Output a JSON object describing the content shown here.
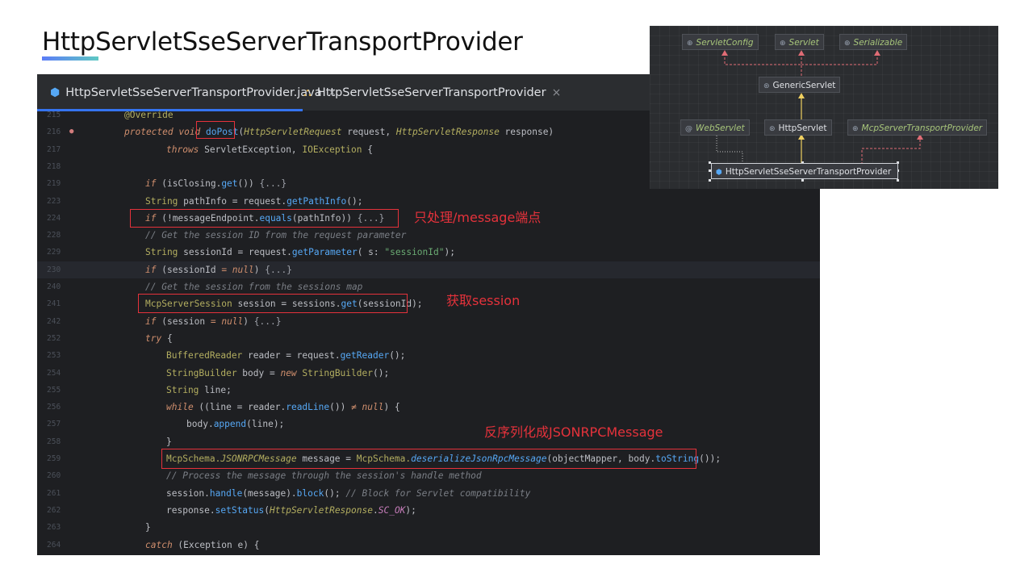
{
  "slide": {
    "title": "HttpServletSseServerTransportProvider"
  },
  "tabs": [
    {
      "label": "HttpServletSseServerTransportProvider.java",
      "close": "×",
      "active": true,
      "icon": "class-icon"
    },
    {
      "label": "HttpServletSseServerTransportProvider",
      "close": "×",
      "active": false,
      "icon": "hierarchy-icon"
    }
  ],
  "code_lines": [
    {
      "num": "215",
      "segs": [
        [
          "an",
          "@Override"
        ]
      ]
    },
    {
      "num": "216",
      "segs": [
        [
          "kw it",
          "protected void "
        ],
        [
          "fn",
          "doPost"
        ],
        [
          "",
          "("
        ],
        [
          "an it",
          "HttpServletRequest"
        ],
        [
          "",
          " request, "
        ],
        [
          "an it",
          "HttpServletResponse"
        ],
        [
          "",
          " response)"
        ]
      ]
    },
    {
      "num": "217",
      "segs": [
        [
          "kw it",
          "throws "
        ],
        [
          "",
          "ServletException, "
        ],
        [
          "an",
          "IOException"
        ],
        [
          "",
          " {"
        ]
      ]
    },
    {
      "num": "218",
      "segs": []
    },
    {
      "num": "219",
      "segs": [
        [
          "kw it",
          "if "
        ],
        [
          "",
          "(isClosing."
        ],
        [
          "fn",
          "get"
        ],
        [
          "",
          "()) "
        ],
        [
          "fold",
          "{...}"
        ]
      ]
    },
    {
      "num": "223",
      "segs": [
        [
          "an",
          "String "
        ],
        [
          "",
          "pathInfo = "
        ],
        [
          "",
          "request."
        ],
        [
          "fn",
          "getPathInfo"
        ],
        [
          "",
          "();"
        ]
      ]
    },
    {
      "num": "224",
      "segs": [
        [
          "kw it",
          "if "
        ],
        [
          "",
          "(!messageEndpoint."
        ],
        [
          "fn",
          "equals"
        ],
        [
          "",
          "(pathInfo)) "
        ],
        [
          "fold",
          "{...}"
        ]
      ]
    },
    {
      "num": "228",
      "segs": [
        [
          "cm",
          "// Get the session ID from the request parameter"
        ]
      ]
    },
    {
      "num": "229",
      "segs": [
        [
          "an",
          "String "
        ],
        [
          "",
          "sessionId = "
        ],
        [
          "",
          "request."
        ],
        [
          "fn",
          "getParameter"
        ],
        [
          "",
          "( s: "
        ],
        [
          "str",
          "\"sessionId\""
        ],
        [
          "",
          ");"
        ]
      ]
    },
    {
      "num": "230",
      "segs": [
        [
          "kw it",
          "if "
        ],
        [
          "",
          "(sessionId "
        ],
        [
          "kw",
          "= "
        ],
        [
          "kw it",
          "null"
        ],
        [
          "",
          ") "
        ],
        [
          "fold",
          "{...}"
        ]
      ]
    },
    {
      "num": "240",
      "segs": [
        [
          "cm",
          "// Get the session from the sessions map"
        ]
      ]
    },
    {
      "num": "241",
      "segs": [
        [
          "an",
          "McpServerSession "
        ],
        [
          "",
          "session = sessions."
        ],
        [
          "fn",
          "get"
        ],
        [
          "",
          "(sessionId);"
        ]
      ]
    },
    {
      "num": "242",
      "segs": [
        [
          "kw it",
          "if "
        ],
        [
          "",
          "(session "
        ],
        [
          "kw",
          "= "
        ],
        [
          "kw it",
          "null"
        ],
        [
          "",
          ") "
        ],
        [
          "fold",
          "{...}"
        ]
      ]
    },
    {
      "num": "252",
      "segs": [
        [
          "kw it",
          "try "
        ],
        [
          "",
          "{"
        ]
      ]
    },
    {
      "num": "253",
      "segs": [
        [
          "an",
          "BufferedReader "
        ],
        [
          "",
          "reader = "
        ],
        [
          "",
          "request."
        ],
        [
          "fn",
          "getReader"
        ],
        [
          "",
          "();"
        ]
      ]
    },
    {
      "num": "254",
      "segs": [
        [
          "an",
          "StringBuilder "
        ],
        [
          "",
          "body = "
        ],
        [
          "kw it",
          "new "
        ],
        [
          "an",
          "StringBuilder"
        ],
        [
          "",
          "();"
        ]
      ]
    },
    {
      "num": "255",
      "segs": [
        [
          "an",
          "String "
        ],
        [
          "",
          "line;"
        ]
      ]
    },
    {
      "num": "256",
      "segs": [
        [
          "kw it",
          "while "
        ],
        [
          "",
          "(("
        ],
        [
          "",
          "line"
        ],
        [
          "",
          " = reader."
        ],
        [
          "fn",
          "readLine"
        ],
        [
          "",
          "()) "
        ],
        [
          "kw",
          "≠ "
        ],
        [
          "kw it",
          "null"
        ],
        [
          "",
          ") {"
        ]
      ]
    },
    {
      "num": "257",
      "segs": [
        [
          "",
          "body."
        ],
        [
          "fn",
          "append"
        ],
        [
          "",
          "("
        ],
        [
          "",
          "line"
        ],
        [
          "",
          ");"
        ]
      ]
    },
    {
      "num": "258",
      "segs": [
        [
          "",
          "}"
        ]
      ]
    },
    {
      "num": "259",
      "segs": [
        [
          "an",
          "McpSchema."
        ],
        [
          "an it",
          "JSONRPCMessage"
        ],
        [
          "",
          " message = "
        ],
        [
          "an",
          "McpSchema."
        ],
        [
          "fn it",
          "deserializeJsonRpcMessage"
        ],
        [
          "",
          "(objectMapper, body."
        ],
        [
          "fn",
          "toString"
        ],
        [
          "",
          "());"
        ]
      ]
    },
    {
      "num": "260",
      "segs": [
        [
          "cm",
          "// Process the message through the session's handle method"
        ]
      ]
    },
    {
      "num": "261",
      "segs": [
        [
          "",
          "session."
        ],
        [
          "fn",
          "handle"
        ],
        [
          "",
          "(message)."
        ],
        [
          "fn",
          "block"
        ],
        [
          "",
          "(); "
        ],
        [
          "cm",
          "// Block for Servlet compatibility"
        ]
      ]
    },
    {
      "num": "262",
      "segs": [
        [
          "",
          "response."
        ],
        [
          "fn",
          "setStatus"
        ],
        [
          "",
          "("
        ],
        [
          "an it",
          "HttpServletResponse"
        ],
        [
          "",
          "."
        ],
        [
          "var it",
          "SC_OK"
        ],
        [
          "",
          ");"
        ]
      ]
    },
    {
      "num": "263",
      "segs": [
        [
          "",
          "}"
        ]
      ]
    },
    {
      "num": "264",
      "segs": [
        [
          "kw it",
          "catch "
        ],
        [
          "",
          "(Exception e) {"
        ]
      ]
    }
  ],
  "annotations": [
    {
      "text": "只处理/message端点"
    },
    {
      "text": "获取session"
    },
    {
      "text": "反序列化成JSONRPCMessage"
    }
  ],
  "diagram": {
    "nodes": [
      {
        "label": "ServletConfig",
        "kind": "interface",
        "icon": "interface-icon"
      },
      {
        "label": "Servlet",
        "kind": "interface",
        "icon": "interface-icon"
      },
      {
        "label": "Serializable",
        "kind": "interface",
        "icon": "interface-icon"
      },
      {
        "label": "GenericServlet",
        "kind": "abstract-class",
        "icon": "abstract-class-icon"
      },
      {
        "label": "WebServlet",
        "kind": "annotation",
        "icon": "annotation-icon"
      },
      {
        "label": "HttpServlet",
        "kind": "abstract-class",
        "icon": "abstract-class-icon"
      },
      {
        "label": "McpServerTransportProvider",
        "kind": "interface",
        "icon": "interface-icon"
      },
      {
        "label": "HttpServletSseServerTransportProvider",
        "kind": "class",
        "icon": "class-icon"
      }
    ]
  },
  "colors": {
    "accent": "#3574f0",
    "annotation_red": "#e5323b",
    "editor_bg": "#1e1f22"
  }
}
